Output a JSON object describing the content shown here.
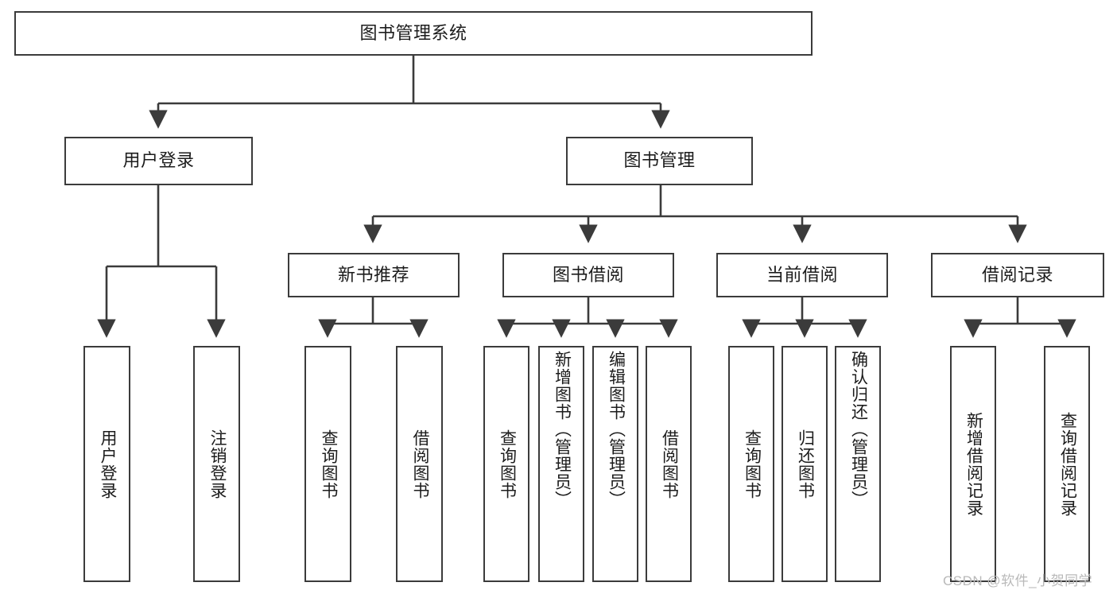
{
  "diagram": {
    "title_node": {
      "label": "图书管理系统"
    },
    "level1": [
      {
        "label": "用户登录"
      },
      {
        "label": "图书管理"
      }
    ],
    "level2": [
      {
        "label": "新书推荐"
      },
      {
        "label": "图书借阅"
      },
      {
        "label": "当前借阅"
      },
      {
        "label": "借阅记录"
      }
    ],
    "leaves": {
      "user_login": [
        {
          "label": "用户登录"
        },
        {
          "label": "注销登录"
        }
      ],
      "new_book_recommend": [
        {
          "label": "查询图书"
        },
        {
          "label": "借阅图书"
        }
      ],
      "book_borrow": [
        {
          "label": "查询图书"
        },
        {
          "label": "新增图书（管理员）"
        },
        {
          "label": "编辑图书（管理员）"
        },
        {
          "label": "借阅图书"
        }
      ],
      "current_borrow": [
        {
          "label": "查询图书"
        },
        {
          "label": "归还图书"
        },
        {
          "label": "确认归还（管理员）"
        }
      ],
      "borrow_record": [
        {
          "label": "新增借阅记录"
        },
        {
          "label": "查询借阅记录"
        }
      ]
    },
    "watermark": "CSDN @软件_小贺同学",
    "colors": {
      "stroke": "#3b3b3b",
      "background": "#ffffff",
      "text": "#1c1c1c",
      "watermark": "#b9b9b9"
    }
  }
}
